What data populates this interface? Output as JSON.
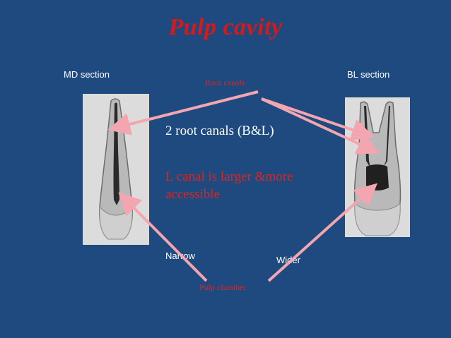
{
  "slide": {
    "title": "Pulp cavity",
    "md_section_label": "MD section",
    "bl_section_label": "BL section",
    "root_canals_label": "Root canals",
    "point_1": "2 root canals (B&L)",
    "point_2": "L canal is larger &more accessible",
    "narrow_label": "Narrow",
    "wider_label": "Wider",
    "pulp_chamber_label": "Pulp chamber"
  },
  "colors": {
    "background": "#1f4a80",
    "title": "#d41a1a",
    "accent_red": "#e0241c",
    "arrow": "#f4a6b0"
  },
  "images": {
    "md_section": "md-section-tooth-photo",
    "bl_section": "bl-section-tooth-photo"
  }
}
